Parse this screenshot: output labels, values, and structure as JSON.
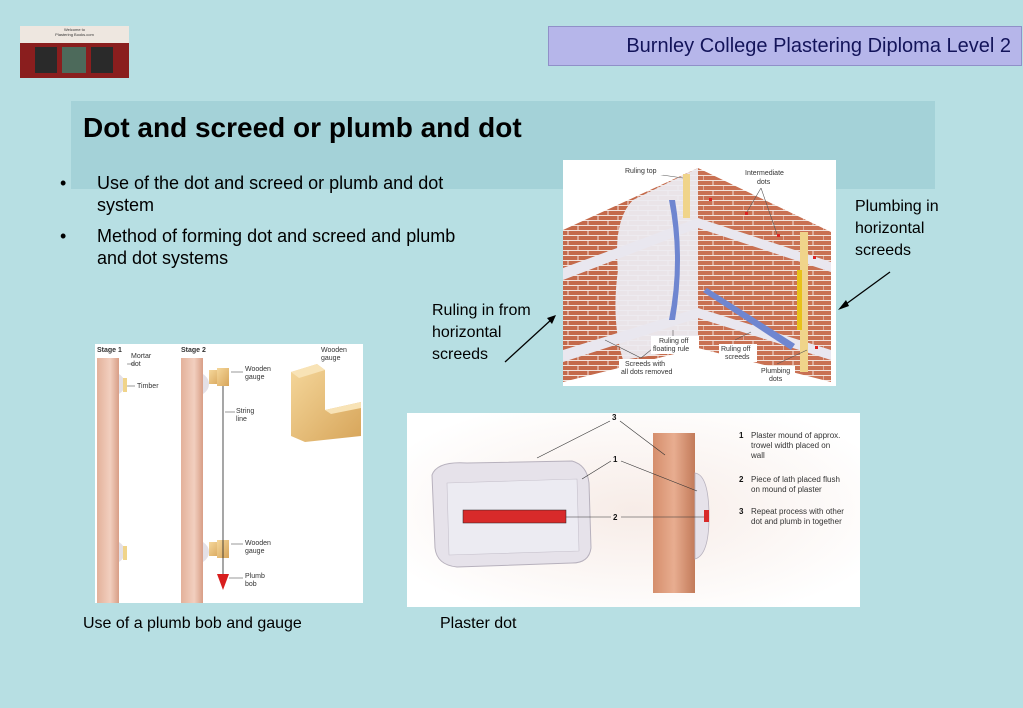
{
  "header": {
    "course": "Burnley College Plastering Diploma Level 2"
  },
  "logo": {
    "line1": "Welcome to",
    "line2": "Plastering Books.com"
  },
  "title": "Dot and screed or plumb and dot",
  "bullets": [
    {
      "marker": "•",
      "text": "Use of the dot and screed or plumb and dot system"
    },
    {
      "marker": "•",
      "text": "Method of forming dot and screed and plumb and dot systems"
    }
  ],
  "annotations": {
    "plumbing": [
      "Plumbing in",
      "horizontal",
      "screeds"
    ],
    "ruling": [
      "Ruling in from",
      "horizontal",
      "screeds"
    ]
  },
  "corner_figure": {
    "ruling_top": "Ruling top",
    "intermediate": [
      "Intermediate",
      "dots"
    ],
    "ruling_off": [
      "Ruling off",
      "floating rule"
    ],
    "screeds_removed": [
      "Screeds with",
      "all dots removed"
    ],
    "ruling_off_screeds": [
      "Ruling off",
      "screeds"
    ],
    "plumbing_dots": [
      "Plumbing",
      "dots"
    ]
  },
  "plumb_figure": {
    "stage1": "Stage 1",
    "stage2": "Stage 2",
    "mortar_dot": [
      "Mortar",
      "dot"
    ],
    "timber": "Timber",
    "wooden_gauge_top": [
      "Wooden",
      "gauge"
    ],
    "string_line": [
      "String",
      "line"
    ],
    "wooden_gauge_bottom": [
      "Wooden",
      "gauge"
    ],
    "plumb_bob": [
      "Plumb",
      "bob"
    ],
    "wooden_gauge_detail": [
      "Wooden",
      "gauge"
    ]
  },
  "dot_figure": {
    "callouts": [
      "3",
      "1",
      "2"
    ],
    "notes": [
      {
        "num": "1",
        "lines": [
          "Plaster mound of approx.",
          "trowel width placed on",
          "wall"
        ]
      },
      {
        "num": "2",
        "lines": [
          "Piece of lath placed flush",
          "on mound of plaster"
        ]
      },
      {
        "num": "3",
        "lines": [
          "Repeat process with other",
          "dot and plumb in together"
        ]
      }
    ]
  },
  "captions": {
    "plumb": "Use of a plumb bob and gauge",
    "dot": "Plaster dot"
  }
}
